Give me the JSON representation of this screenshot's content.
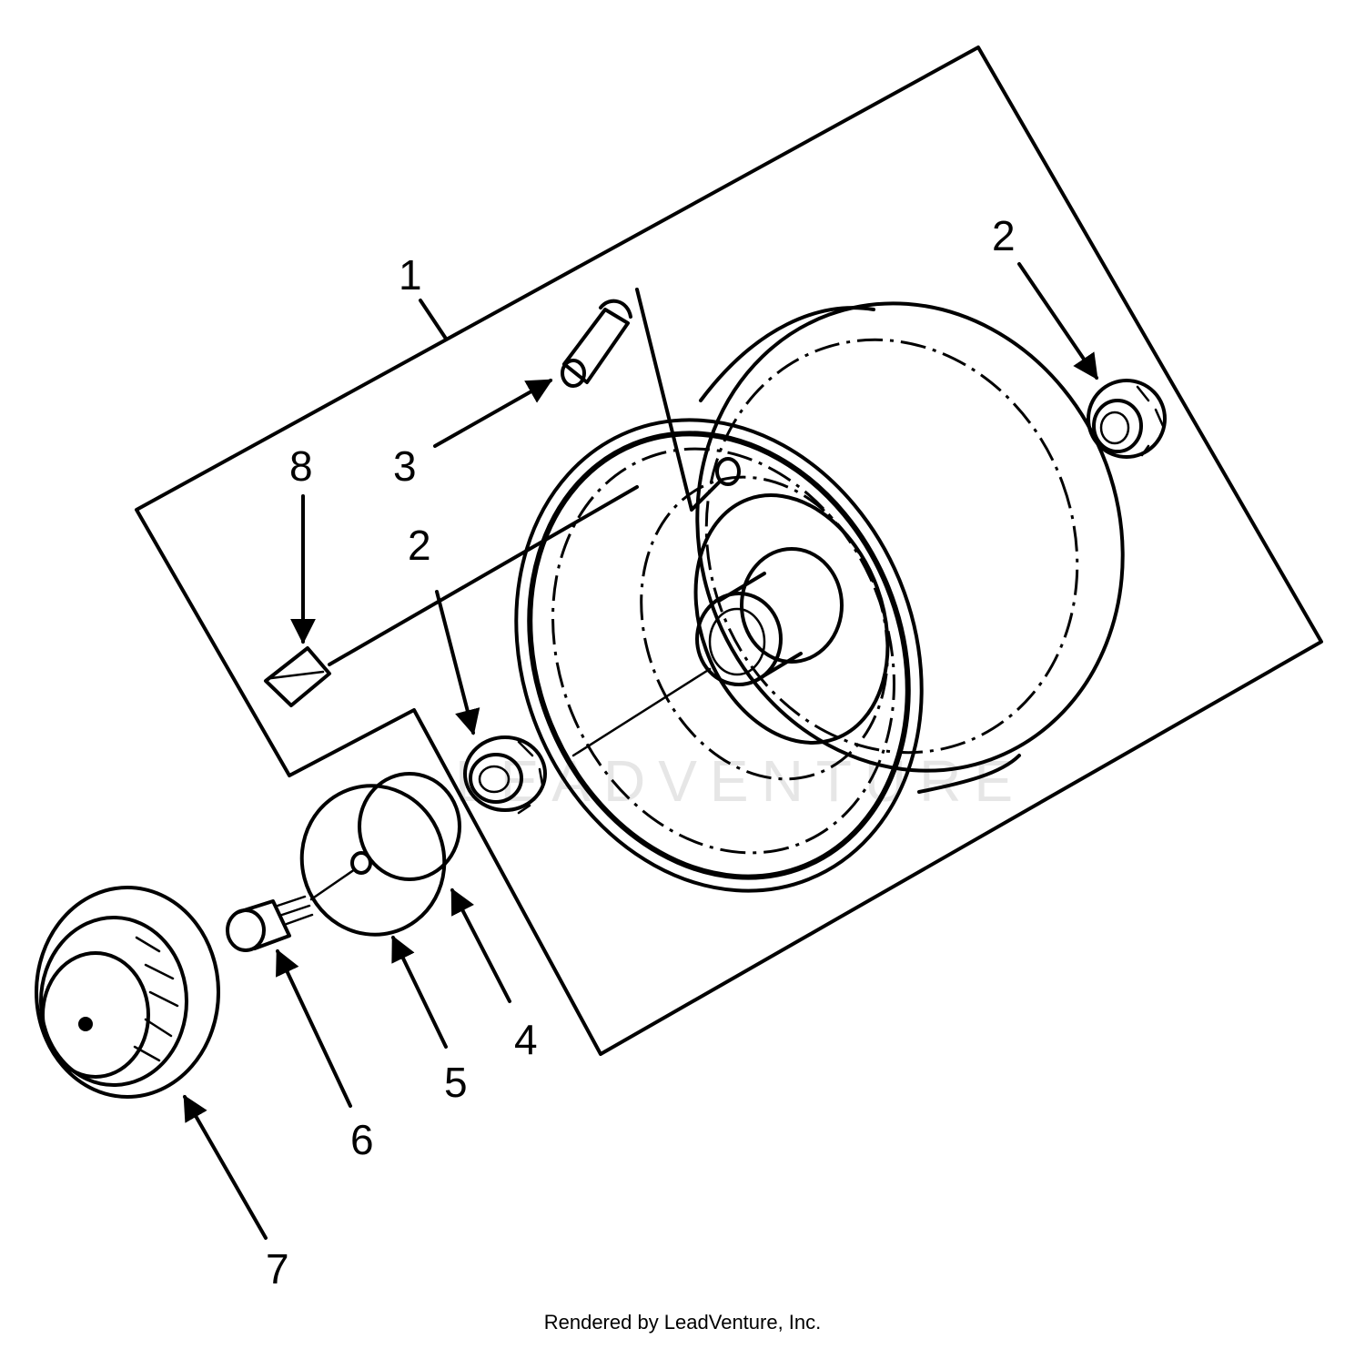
{
  "diagram": {
    "watermark": "LEADVENTURE",
    "callouts": {
      "part_1": "1",
      "part_2_right": "2",
      "part_2_left": "2",
      "part_3": "3",
      "part_4": "4",
      "part_5": "5",
      "part_6": "6",
      "part_7": "7",
      "part_8": "8"
    }
  },
  "footer": {
    "credit": "Rendered by LeadVenture, Inc."
  }
}
